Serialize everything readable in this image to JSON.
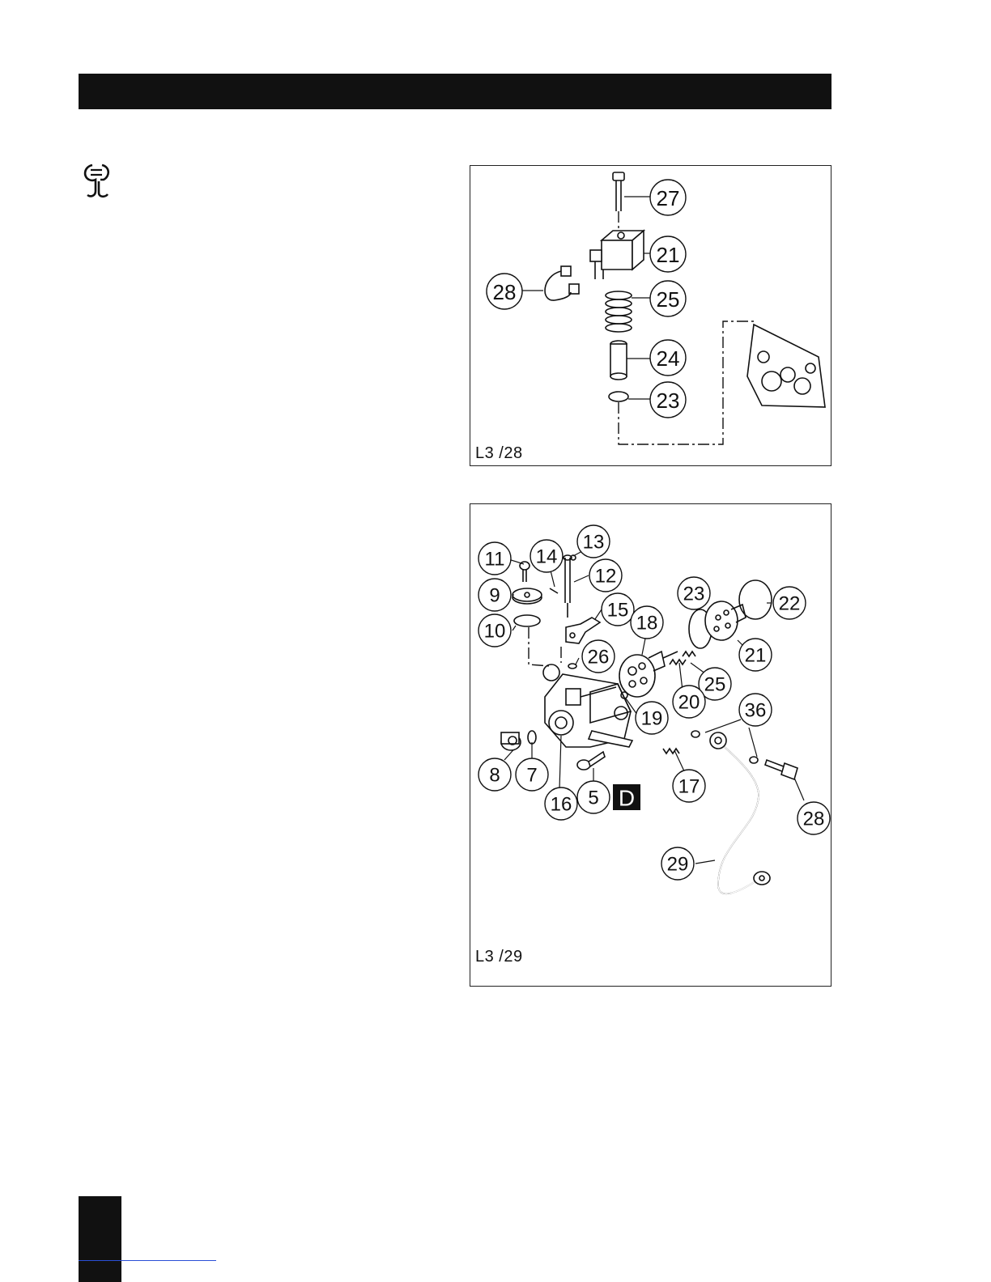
{
  "header": {
    "title": ""
  },
  "icon": "service-wrench-icon",
  "figures": [
    {
      "label": "L3 /28",
      "callouts": [
        "27",
        "21",
        "28",
        "25",
        "24",
        "23"
      ]
    },
    {
      "label": "L3 /29",
      "callouts": [
        "13",
        "11",
        "14",
        "12",
        "9",
        "15",
        "10",
        "18",
        "23",
        "22",
        "26",
        "21",
        "25",
        "19",
        "20",
        "36",
        "8",
        "7",
        "17",
        "16",
        "5",
        "28",
        "29"
      ],
      "badge": "D"
    }
  ],
  "colors": {
    "ink": "#111111",
    "paper": "#ffffff",
    "link": "#2a4fd6"
  }
}
